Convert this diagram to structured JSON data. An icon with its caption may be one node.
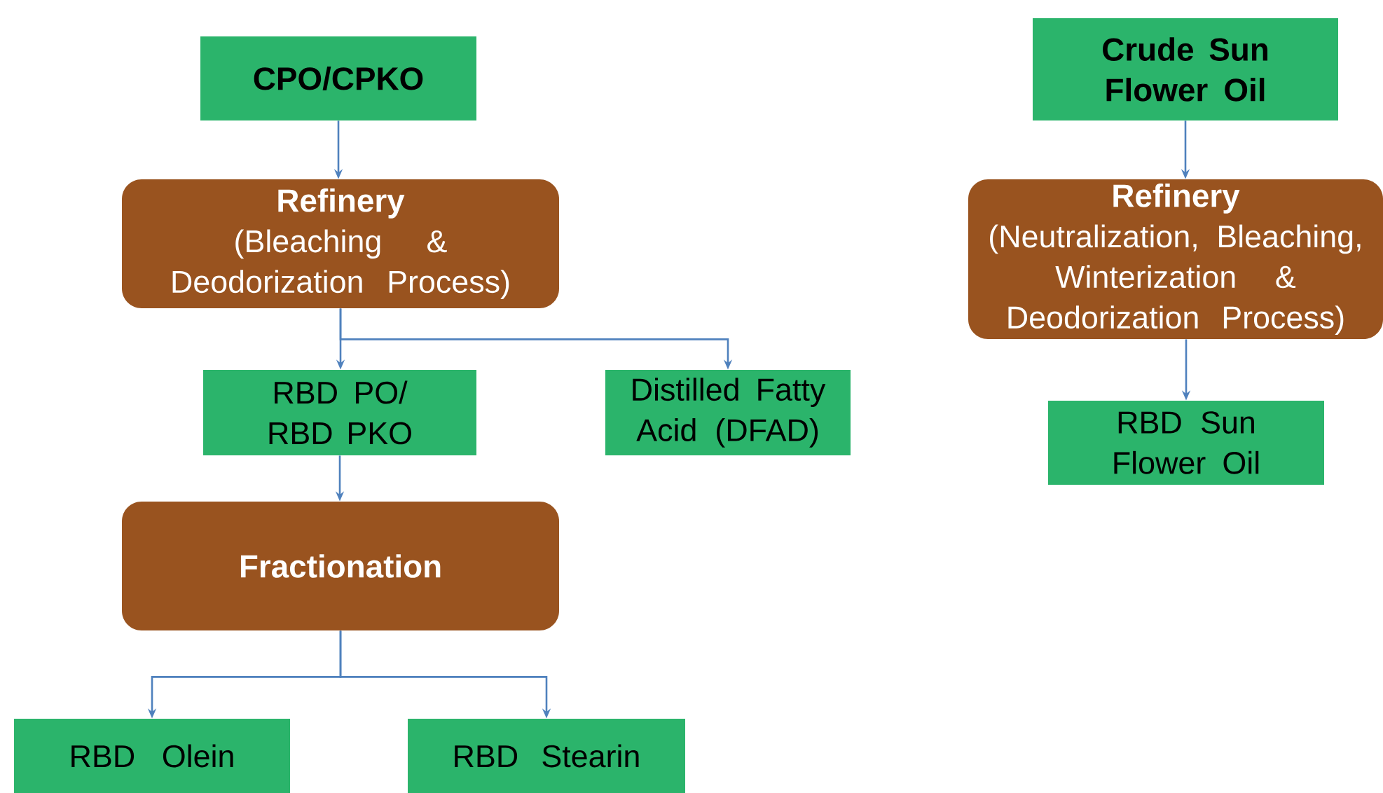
{
  "diagram": {
    "nodes": [
      {
        "text": [
          "CPO/CPKO"
        ]
      },
      {
        "text": [
          "Refinery",
          "(Bleaching & Deodorization Process)"
        ]
      },
      {
        "text": [
          "RBD PO/ RBD PKO"
        ]
      },
      {
        "text": [
          "Distilled Fatty Acid (DFAD)"
        ]
      },
      {
        "text": [
          "Fractionation"
        ]
      },
      {
        "text": [
          "RBD Olein"
        ]
      },
      {
        "text": [
          "RBD Stearin"
        ]
      },
      {
        "text": [
          "Crude Sun Flower Oil"
        ]
      },
      {
        "text": [
          "Refinery",
          "(Neutralization, Bleaching, Winterization & Deodorization Process)"
        ]
      },
      {
        "text": [
          "RBD Sun Flower Oil"
        ]
      }
    ],
    "edges": [
      {
        "from": 0,
        "to": 1,
        "arrow": "to"
      },
      {
        "from": 1,
        "to": 2,
        "arrow": "to"
      },
      {
        "from": 1,
        "to": 3,
        "arrow": "to"
      },
      {
        "from": 2,
        "to": 4,
        "arrow": "to"
      },
      {
        "from": 4,
        "to": 5,
        "arrow": "to"
      },
      {
        "from": 4,
        "to": 6,
        "arrow": "to"
      },
      {
        "from": 7,
        "to": 8,
        "arrow": "to"
      },
      {
        "from": 8,
        "to": 9,
        "arrow": "to"
      }
    ]
  }
}
